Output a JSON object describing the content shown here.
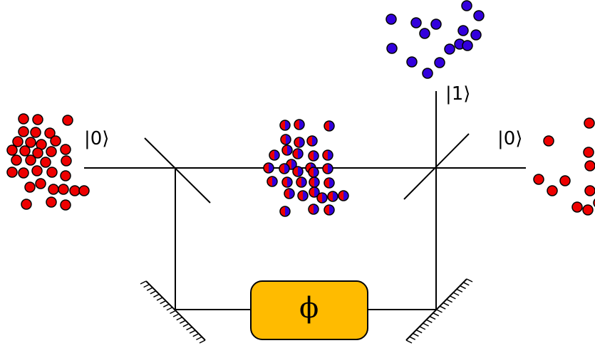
{
  "labels": {
    "input_state": "|0⟩",
    "output_upper_state": "|1⟩",
    "output_right_state": "|0⟩",
    "phase_symbol": "ϕ"
  },
  "colors": {
    "state0_atom": "#ee0000",
    "state1_atom": "#3300dd",
    "superposition_left": "#ee0000",
    "superposition_right": "#3300dd",
    "phase_shifter_fill": "#ffbb00",
    "phase_shifter_stroke": "#000000",
    "beam": "#000000"
  }
}
